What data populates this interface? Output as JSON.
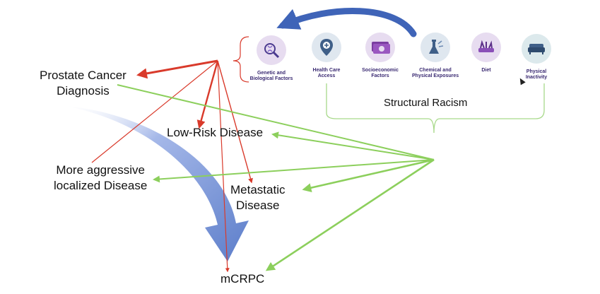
{
  "outcomes": {
    "diagnosis": [
      "Prostate Cancer",
      "Diagnosis"
    ],
    "low_risk": "Low-Risk Disease",
    "aggressive": [
      "More aggressive",
      "localized Disease"
    ],
    "metastatic": [
      "Metastatic",
      "Disease"
    ],
    "mcrpc": "mCRPC"
  },
  "factors": [
    {
      "icon": "dna-magnifier-icon",
      "label": [
        "Genetic and",
        "Biological Factors"
      ]
    },
    {
      "icon": "location-pin-icon",
      "label": [
        "Health Care",
        "Access"
      ]
    },
    {
      "icon": "money-icon",
      "label": [
        "Socioeconomic",
        "Factors"
      ]
    },
    {
      "icon": "chemical-exposure-icon",
      "label": [
        "Chemical and",
        "Physical Exposures"
      ]
    },
    {
      "icon": "diet-icon",
      "label": [
        "Diet"
      ]
    },
    {
      "icon": "couch-icon",
      "label": [
        "Physical",
        "Inactivity"
      ]
    }
  ],
  "structural_racism_label": "Structural Racism",
  "colors": {
    "red": "#d93a2b",
    "green": "#8ccf5c",
    "blue_arrow": "#4a6fc4",
    "label_purple": "#3a2a72"
  }
}
